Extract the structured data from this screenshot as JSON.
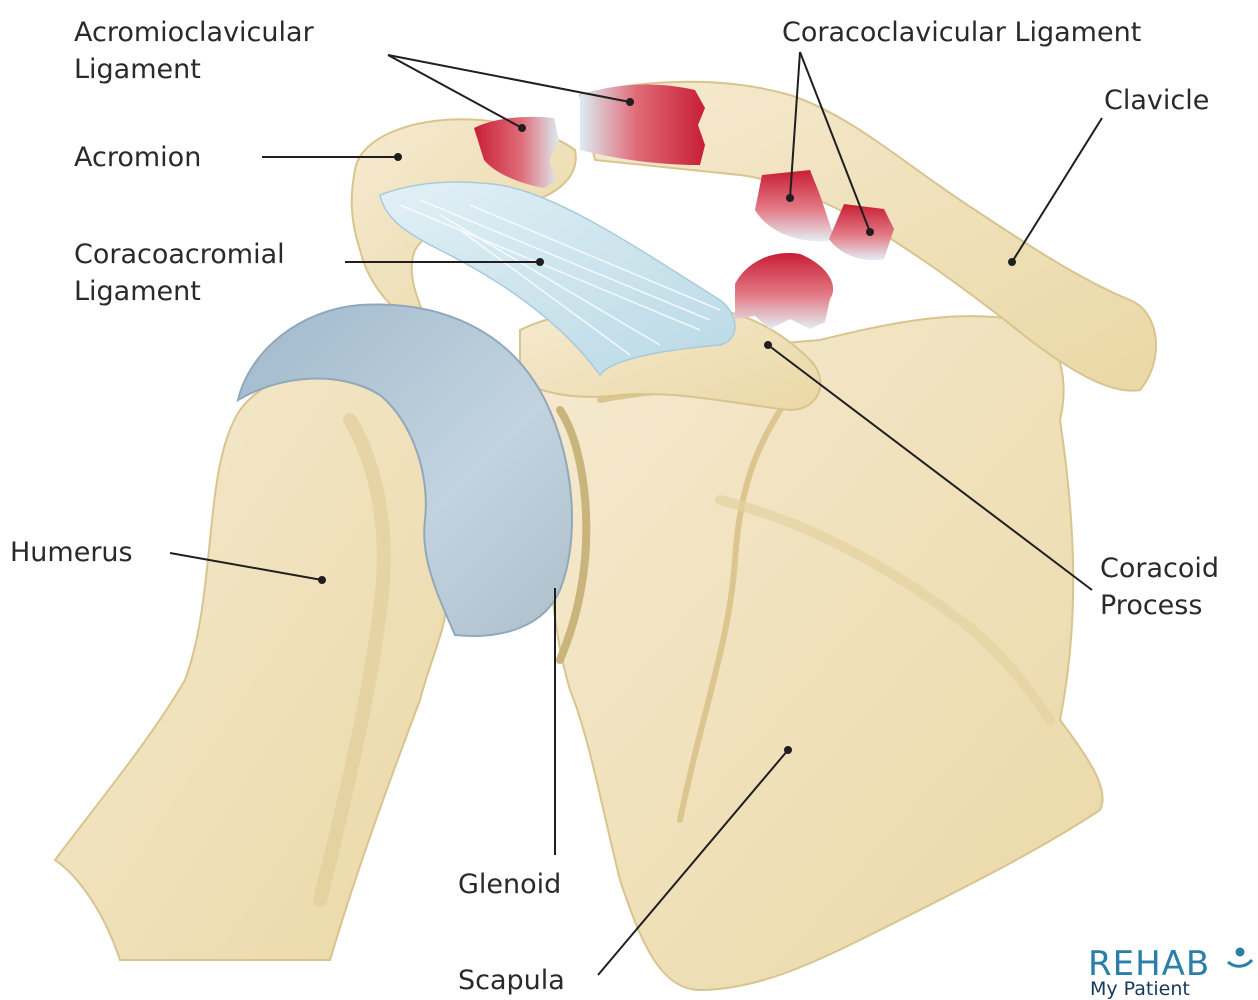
{
  "labels": {
    "acromioclavicular_line1": "Acromioclavicular",
    "acromioclavicular_line2": "Ligament",
    "coracoclavicular": "Coracoclavicular Ligament",
    "clavicle": "Clavicle",
    "acromion": "Acromion",
    "coracoacromial_line1": "Coracoacromial",
    "coracoacromial_line2": "Ligament",
    "humerus": "Humerus",
    "coracoid_line1": "Coracoid",
    "coracoid_line2": "Process",
    "glenoid": "Glenoid",
    "scapula": "Scapula"
  },
  "watermark": {
    "brand": "REHAB",
    "tagline": "My Patient"
  },
  "colors": {
    "bone": "#f1e2b6",
    "bone_shade": "#dcc894",
    "cartilage": "#b3c8d6",
    "ligament": "#cfe6ef",
    "ligament_red": "#c8263a",
    "leader_line": "#1f1f1f",
    "label_text": "#2a2a2a",
    "watermark": "#2a7fa8"
  }
}
